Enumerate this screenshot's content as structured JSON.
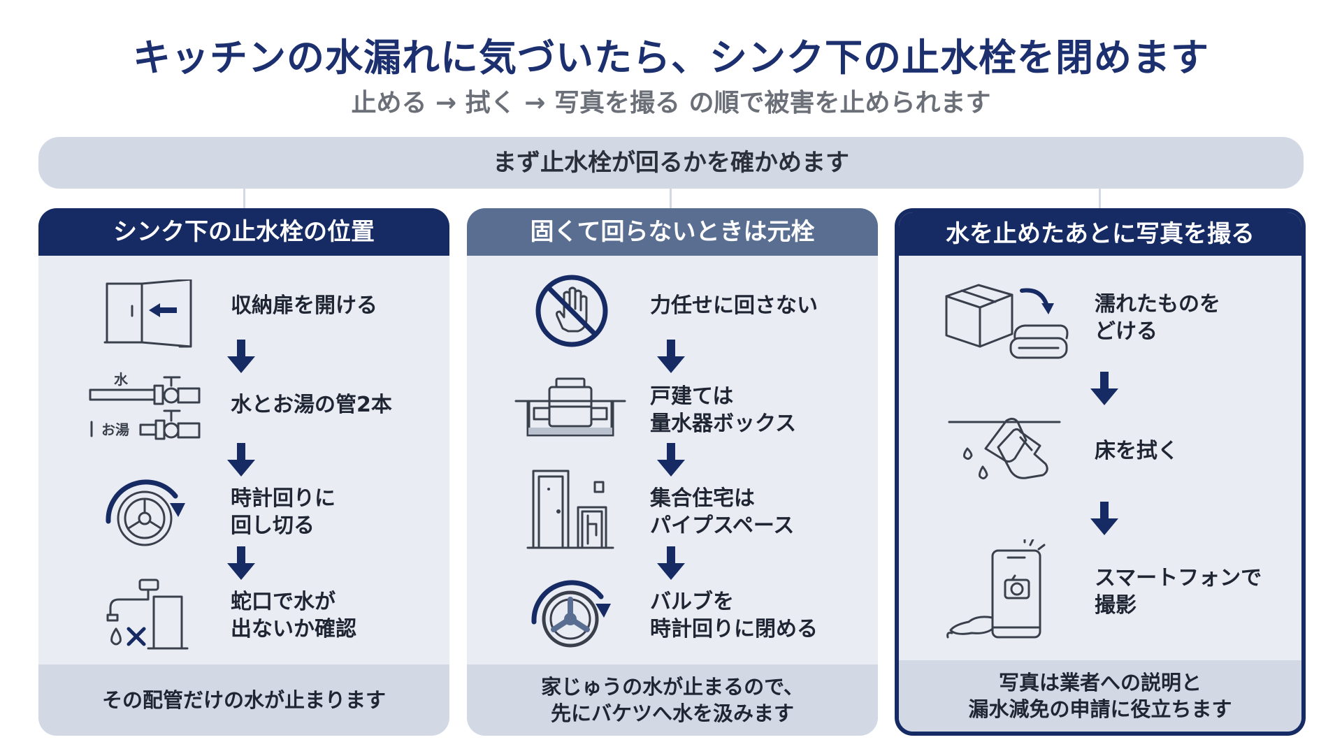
{
  "title": "キッチンの水漏れに気づいたら、シンク下の止水栓を閉めます",
  "subtitle": "止める → 拭く → 写真を撮る の順で被害を止められます",
  "banner": "まず止水栓が回るかを確かめます",
  "columns": [
    {
      "header": "シンク下の止水栓の位置",
      "steps": [
        {
          "text": "収納扉を開ける",
          "icon": "cabinet-door-icon"
        },
        {
          "text": "水とお湯の管2本",
          "icon": "two-pipes-valve-icon",
          "labels": [
            "水",
            "お湯"
          ]
        },
        {
          "text": "時計回りに\n回し切る",
          "icon": "valve-clockwise-icon"
        },
        {
          "text": "蛇口で水が\n出ないか確認",
          "icon": "faucet-no-water-icon"
        }
      ],
      "footer": "その配管だけの水が止まります"
    },
    {
      "header": "固くて回らないときは元栓",
      "steps": [
        {
          "text": "力任せに回さない",
          "icon": "no-force-hand-icon"
        },
        {
          "text": "戸建ては\n量水器ボックス",
          "icon": "water-meter-box-icon"
        },
        {
          "text": "集合住宅は\nパイプスペース",
          "icon": "pipe-space-door-icon"
        },
        {
          "text": "バルブを\n時計回りに閉める",
          "icon": "valve-clockwise-icon"
        }
      ],
      "footer": "家じゅうの水が止まるので、\n先にバケツへ水を汲みます"
    },
    {
      "header": "水を止めたあとに写真を撮る",
      "steps": [
        {
          "text": "濡れたものを\nどける",
          "icon": "box-towel-move-icon"
        },
        {
          "text": "床を拭く",
          "icon": "wipe-floor-icon"
        },
        {
          "text": "スマートフォンで\n撮影",
          "icon": "smartphone-camera-icon"
        }
      ],
      "footer": "写真は業者への説明と\n漏水減免の申請に役立ちます"
    }
  ],
  "colors": {
    "navy": "#162a63",
    "slate": "#596e91",
    "panel": "#e9ecf2",
    "band": "#d3d9e4"
  }
}
